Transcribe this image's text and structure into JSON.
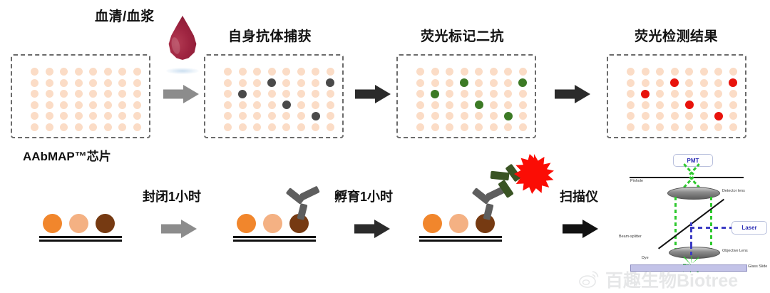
{
  "figure": {
    "panel_titles": {
      "serum": "血清/血浆",
      "capture": "自身抗体捕获",
      "secondary": "荧光标记二抗",
      "result": "荧光检测结果"
    },
    "chip_label": "AAbMAP™芯片",
    "step_labels": {
      "blocking": "封闭1小时",
      "incubation": "孵育1小时",
      "scanner": "扫描仪"
    }
  },
  "chart_data": {
    "type": "heatmap",
    "title": "AAbMAP autoantibody microarray workflow",
    "grid": {
      "rows": 6,
      "cols": 8
    },
    "colors": {
      "spot_empty": "#fbdcc6",
      "spot_dark": "#4a4a4a",
      "spot_green": "#3c7a25",
      "spot_red": "#e8130c",
      "droplet": "#9e2440",
      "bead_orange": "#f1862c",
      "bead_peach": "#f4b183",
      "bead_brown": "#763a12",
      "antibody_gray": "#5e5e5e",
      "antibody_green": "#3a5424",
      "burst_red": "#fb0d05",
      "arrow_gray": "#8c8c8c",
      "arrow_dark": "#2b2b2b",
      "laser_green": "#2ec92e",
      "laser_blue": "#3b3bc4"
    },
    "panels": [
      {
        "name": "blank-chip",
        "title": "",
        "positive_spots": []
      },
      {
        "name": "autoantibody-capture",
        "title": "自身抗体捕获",
        "positive_spots": [
          [
            1,
            3
          ],
          [
            1,
            7
          ],
          [
            2,
            1
          ],
          [
            3,
            4
          ],
          [
            4,
            6
          ]
        ],
        "spot_color": "#4a4a4a"
      },
      {
        "name": "fluorescent-secondary",
        "title": "荧光标记二抗",
        "positive_spots": [
          [
            1,
            3
          ],
          [
            1,
            7
          ],
          [
            2,
            1
          ],
          [
            3,
            4
          ],
          [
            4,
            6
          ]
        ],
        "spot_color": "#3c7a25"
      },
      {
        "name": "fluorescence-result",
        "title": "荧光检测结果",
        "positive_spots": [
          [
            1,
            3
          ],
          [
            1,
            7
          ],
          [
            2,
            1
          ],
          [
            3,
            4
          ],
          [
            4,
            6
          ]
        ],
        "spot_color": "#e8130c"
      }
    ]
  },
  "scanner": {
    "labels": {
      "pmt": "PMT",
      "pinhole": "Pinhole",
      "detector_lens": "Detector lens",
      "beam_splitter": "Beam-splitter",
      "laser": "Laser",
      "objective_lens": "Objective Lens",
      "dye": "Dye",
      "glass_slide": "Glass Slide"
    }
  },
  "watermark": {
    "text": "百趣生物Biotree",
    "icon": "weibo-icon"
  }
}
